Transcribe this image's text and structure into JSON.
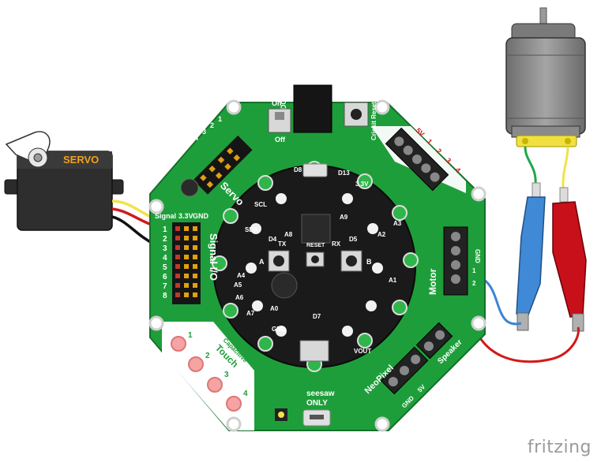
{
  "board": {
    "on_label": "On",
    "off_label": "Off",
    "vdc_label": "5VDC",
    "crickit_reset_label": "Crickit Reset",
    "d13_label": "D13",
    "a8_label": "A8",
    "a9_label": "A9",
    "d4_label": "D4",
    "d5_label": "D5",
    "d7_label": "D7",
    "d8_label": "D8",
    "tx_label": "TX",
    "rx_label": "RX",
    "reset_label": "RESET",
    "button_a": "A",
    "button_b": "B",
    "gnd_label": "GND",
    "vout_label": "VOUT",
    "pad_a0": "A0",
    "pad_a1": "A1",
    "pad_a2": "A2",
    "pad_a3": "A3",
    "pad_a4": "A4",
    "pad_a5": "A5",
    "pad_a6": "A6",
    "pad_a7": "A7",
    "pad_sda": "SDA",
    "pad_scl": "SCL",
    "pad_3v3": "3.3V"
  },
  "servo_block": {
    "title": "Servo",
    "numbers": [
      "4",
      "3",
      "2",
      "1"
    ]
  },
  "signal_block": {
    "title": "Signal I/O",
    "header_signal": "Signal",
    "header_3v3": "3.3V",
    "header_gnd": "GND",
    "rows": [
      "1",
      "2",
      "3",
      "4",
      "5",
      "6",
      "7",
      "8"
    ]
  },
  "touch_block": {
    "title1": "Capacitive",
    "title2": "Touch",
    "numbers": [
      "1",
      "2",
      "3",
      "4"
    ]
  },
  "drive_block": {
    "title": "Drive",
    "label_5v": "5V",
    "numbers": [
      "1",
      "2",
      "3",
      "4"
    ]
  },
  "motor_block": {
    "title": "Motor",
    "label_gnd": "GND",
    "numbers": [
      "1",
      "2"
    ]
  },
  "neopixel_block": {
    "title": "NeoPixel",
    "label_gnd": "GND",
    "label_5v": "5V"
  },
  "speaker_block": {
    "title": "Speaker"
  },
  "seesaw": {
    "line1": "seesaw",
    "line2": "ONLY"
  },
  "servo_part": {
    "label": "SERVO"
  },
  "brand": "fritzing",
  "colors": {
    "board_green": "#1e9e3a",
    "board_black": "#1a1a1a",
    "wire_yellow": "#f2e24a",
    "wire_red": "#d11a1a",
    "wire_black": "#111111",
    "wire_blue": "#3b86d4",
    "clip_red": "#c8101a",
    "clip_blue": "#3f89d6",
    "motor_gray": "#8a8a8a",
    "motor_cap_yellow": "#f0e040"
  }
}
